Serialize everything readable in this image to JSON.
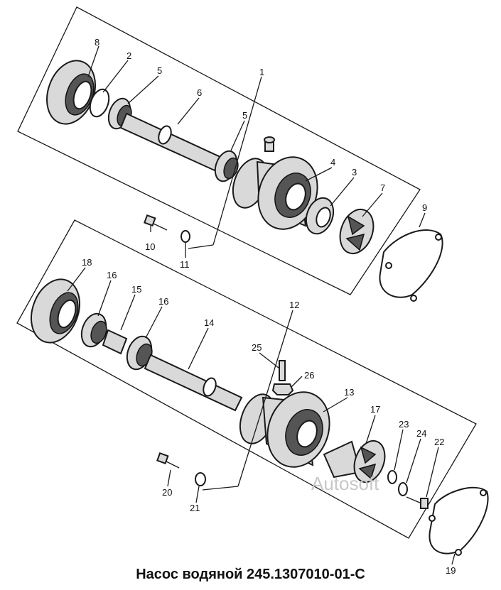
{
  "caption": "Насос водяной 245.1307010-01-С",
  "watermark": "Autosoft",
  "callouts": {
    "c1": "1",
    "c2": "2",
    "c3": "3",
    "c4": "4",
    "c5a": "5",
    "c5b": "5",
    "c6": "6",
    "c7": "7",
    "c8": "8",
    "c9": "9",
    "c10": "10",
    "c11": "11",
    "c12": "12",
    "c13": "13",
    "c14": "14",
    "c15": "15",
    "c16a": "16",
    "c16b": "16",
    "c17": "17",
    "c18": "18",
    "c19": "19",
    "c20": "20",
    "c21": "21",
    "c22": "22",
    "c23": "23",
    "c24": "24",
    "c25": "25",
    "c26": "26"
  }
}
